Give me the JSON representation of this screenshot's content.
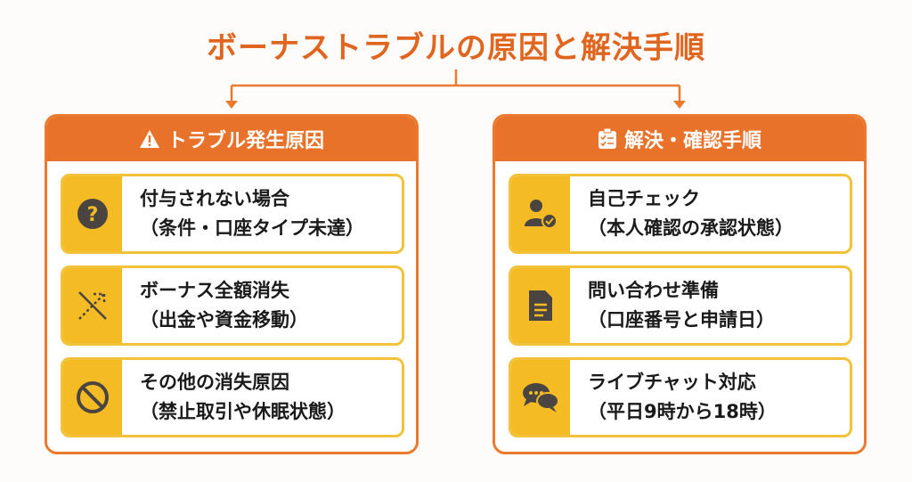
{
  "title": "ボーナストラブルの原因と解決手順",
  "colors": {
    "orange": "#e8722a",
    "yellow": "#f5bb25",
    "icon": "#4a4540"
  },
  "left": {
    "header": "トラブル発生原因",
    "header_icon": "warning-icon",
    "items": [
      {
        "icon": "question-icon",
        "line1": "付与されない場合",
        "line2": "（条件・口座タイプ未達）"
      },
      {
        "icon": "crossed-arrow-icon",
        "line1": "ボーナス全額消失",
        "line2": "（出金や資金移動）"
      },
      {
        "icon": "prohibited-icon",
        "line1": "その他の消失原因",
        "line2": "（禁止取引や休眠状態）"
      }
    ]
  },
  "right": {
    "header": "解決・確認手順",
    "header_icon": "clipboard-checklist-icon",
    "items": [
      {
        "icon": "user-check-icon",
        "line1": "自己チェック",
        "line2": "（本人確認の承認状態）"
      },
      {
        "icon": "document-icon",
        "line1": "問い合わせ準備",
        "line2": "（口座番号と申請日）"
      },
      {
        "icon": "chat-bubbles-icon",
        "line1": "ライブチャット対応",
        "line2": "（平日9時から18時）"
      }
    ]
  }
}
